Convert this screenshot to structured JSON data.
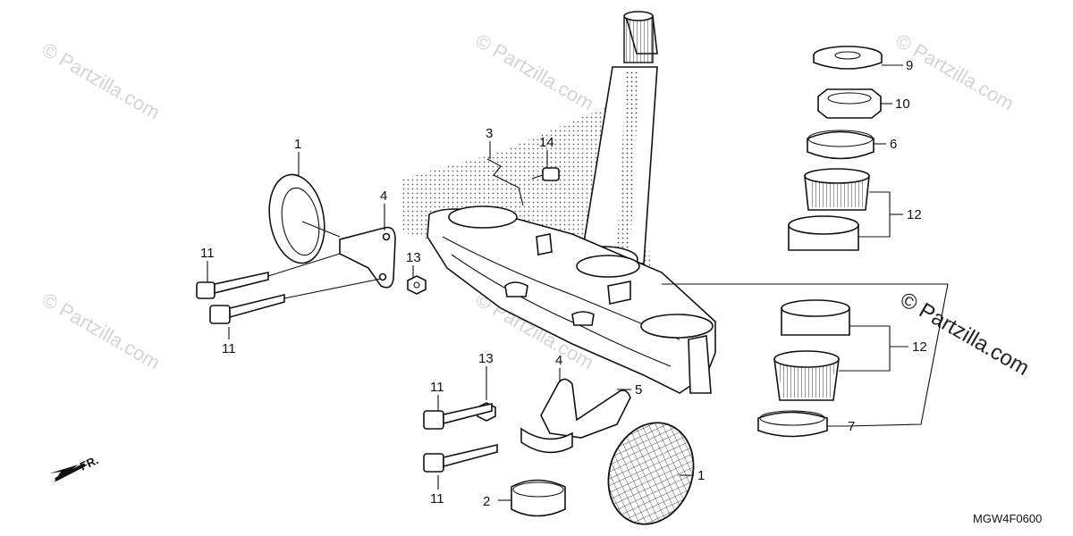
{
  "watermarks": [
    "© Partzilla.com",
    "© Partzilla.com",
    "© Partzilla.com",
    "© Partzilla.com",
    "© Partzilla.com",
    "© Partzilla.com"
  ],
  "watermark_strong": "© Partzilla.com",
  "diagram_code": "MGW4F0600",
  "direction_label": "FR.",
  "callouts": [
    "1",
    "1",
    "2",
    "3",
    "4",
    "4",
    "5",
    "6",
    "7",
    "9",
    "10",
    "11",
    "11",
    "11",
    "11",
    "12",
    "12",
    "13",
    "13",
    "14"
  ]
}
